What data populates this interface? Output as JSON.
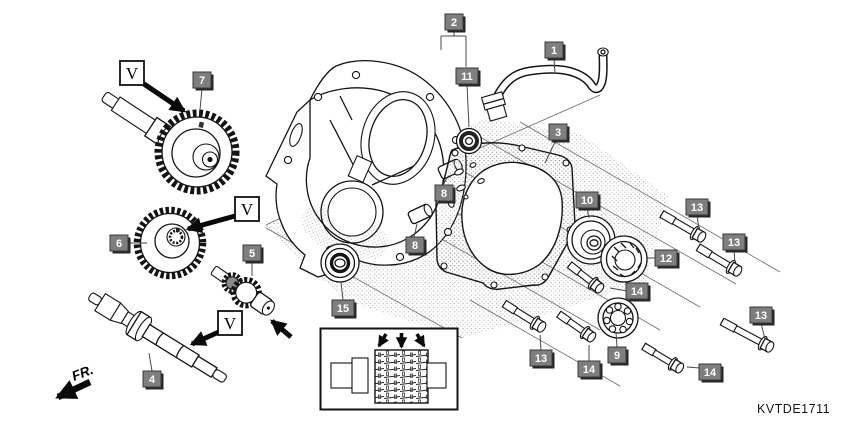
{
  "diagram": {
    "code": "KVTDE1711",
    "orientation_label": "FR.",
    "callout_bg_color": "#7e7e7e",
    "callout_text_color": "#ffffff",
    "line_color": "#141414"
  },
  "view_markers": [
    {
      "label": "V"
    },
    {
      "label": "V"
    },
    {
      "label": "V"
    }
  ],
  "callouts": [
    {
      "ref": "1"
    },
    {
      "ref": "2"
    },
    {
      "ref": "3"
    },
    {
      "ref": "4"
    },
    {
      "ref": "5"
    },
    {
      "ref": "6"
    },
    {
      "ref": "7"
    },
    {
      "ref": "8"
    },
    {
      "ref": "8"
    },
    {
      "ref": "9"
    },
    {
      "ref": "10"
    },
    {
      "ref": "11"
    },
    {
      "ref": "12"
    },
    {
      "ref": "13"
    },
    {
      "ref": "13"
    },
    {
      "ref": "13"
    },
    {
      "ref": "13"
    },
    {
      "ref": "14"
    },
    {
      "ref": "14"
    },
    {
      "ref": "14"
    },
    {
      "ref": "15"
    }
  ]
}
